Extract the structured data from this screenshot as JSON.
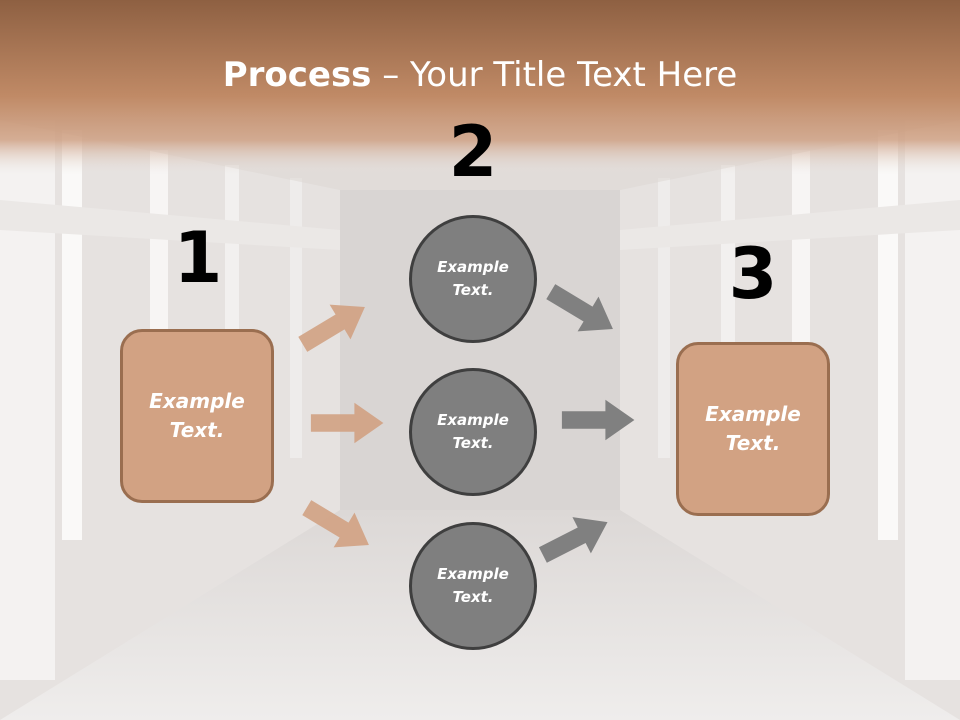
{
  "title": {
    "bold": "Process",
    "rest": " – Your Title Text Here"
  },
  "steps": [
    {
      "number": "1",
      "box_text": "Example\nText."
    },
    {
      "number": "2",
      "circles": [
        "Example\nText.",
        "Example\nText.",
        "Example\nText."
      ]
    },
    {
      "number": "3",
      "box_text": "Example\nText."
    }
  ],
  "colors": {
    "header": "#b88260",
    "box_fill": "#d2a283",
    "box_border": "#9a6e50",
    "circle_fill": "#7f7f7f",
    "circle_border": "#3f3f3f",
    "arrow_left": "#d2a283",
    "arrow_right": "#808080"
  }
}
